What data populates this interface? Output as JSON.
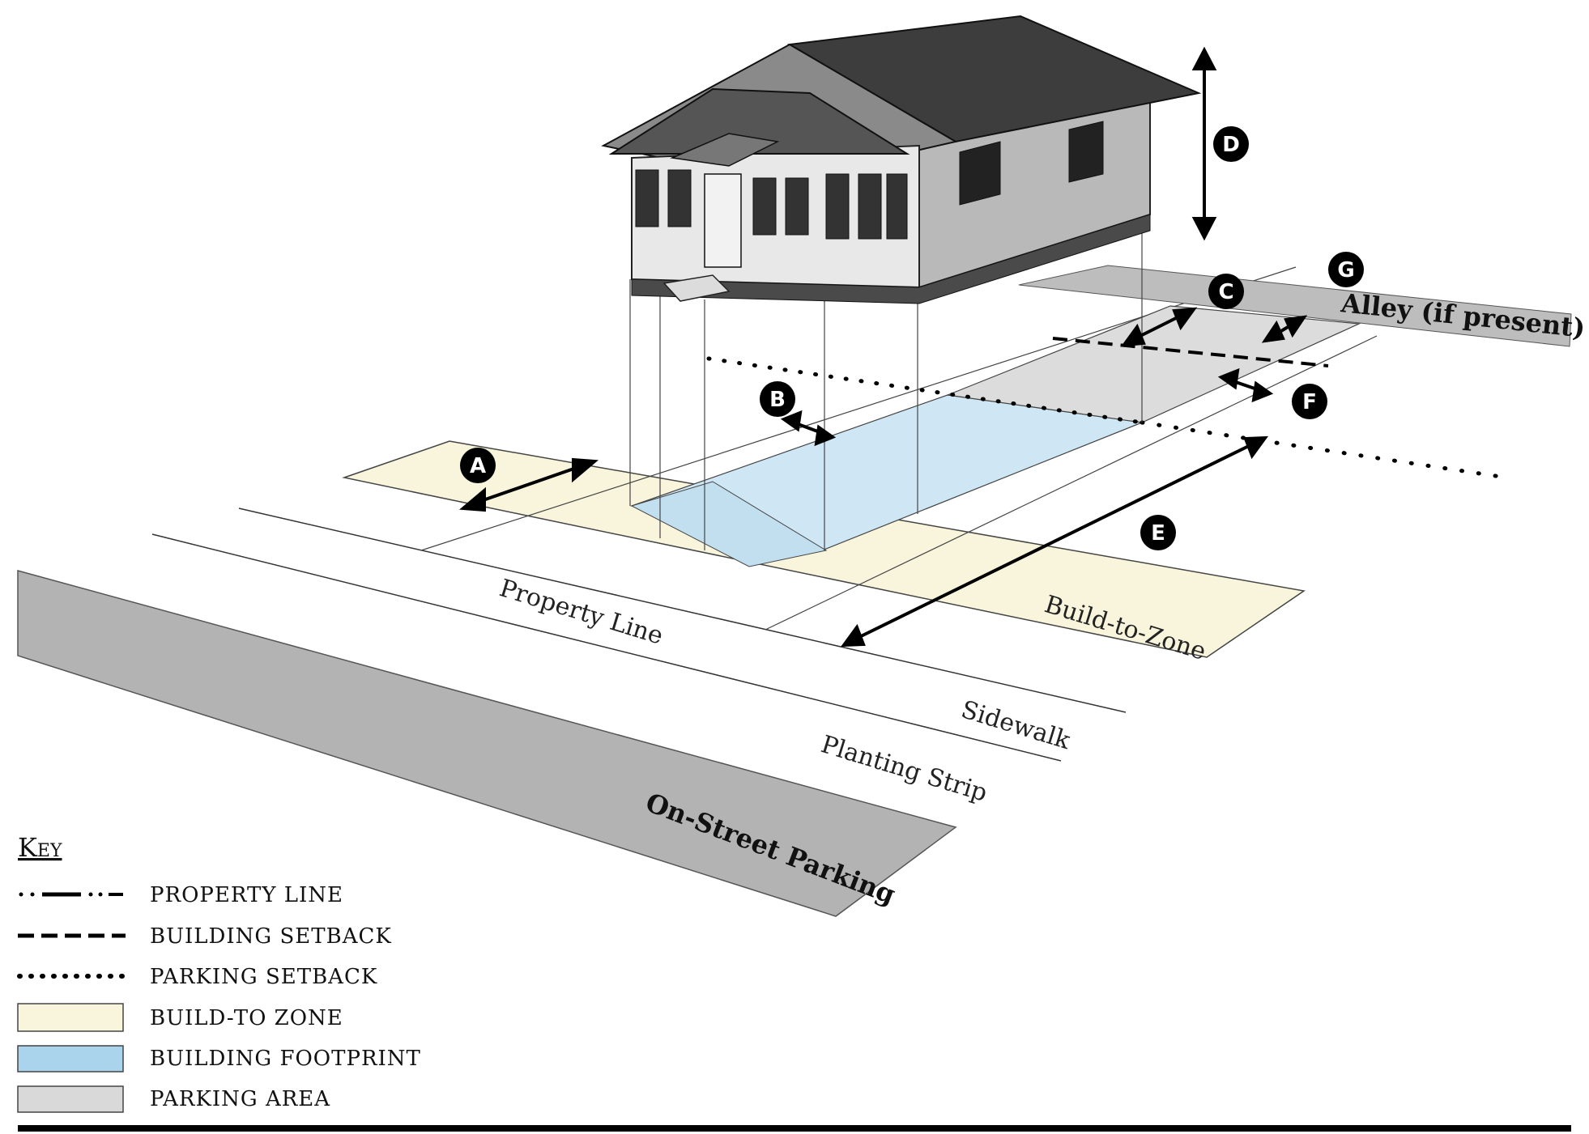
{
  "labels": {
    "property_line": "Property Line",
    "build_to_zone": "Build-to-Zone",
    "sidewalk": "Sidewalk",
    "planting_strip": "Planting Strip",
    "on_street_parking": "On-Street Parking",
    "alley": "Alley (if present)"
  },
  "badges": {
    "a": "A",
    "b": "B",
    "c": "C",
    "d": "D",
    "e": "E",
    "f": "F",
    "g": "G"
  },
  "key": {
    "title": "Key",
    "items": [
      {
        "label": "PROPERTY LINE",
        "swatch": "property-line"
      },
      {
        "label": "BUILDING SETBACK",
        "swatch": "dashed"
      },
      {
        "label": "PARKING SETBACK",
        "swatch": "dotted"
      },
      {
        "label": "BUILD-TO ZONE",
        "swatch": "fill",
        "color": "#f8f5dc"
      },
      {
        "label": "BUILDING FOOTPRINT",
        "swatch": "fill",
        "color": "#a9d4ec"
      },
      {
        "label": "PARKING AREA",
        "swatch": "fill",
        "color": "#d9d9d9"
      }
    ]
  },
  "colors": {
    "build_to_zone": "#f8f5dc",
    "building_footprint": "#cfe7f4",
    "parking_area": "#dcdcdc",
    "street": "#b3b3b3",
    "alley": "#bdbdbd",
    "badge": "#000000"
  }
}
